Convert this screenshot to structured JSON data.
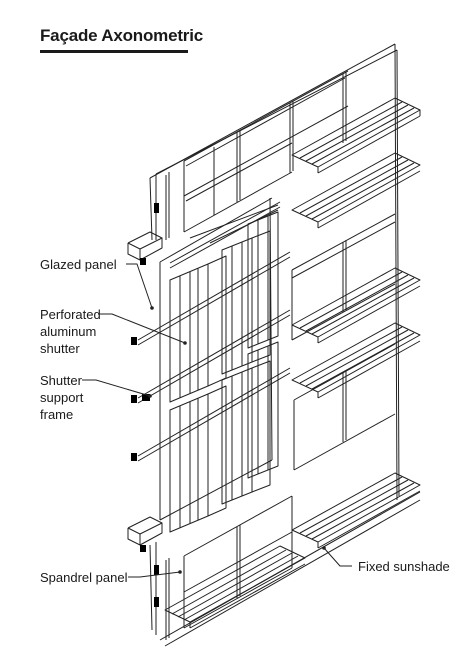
{
  "title": "Façade Axonometric",
  "labels": {
    "glazed_panel": "Glazed panel",
    "perforated_aluminum_shutter": [
      "Perforated",
      "aluminum",
      "shutter"
    ],
    "shutter_support_frame": [
      "Shutter",
      "support",
      "frame"
    ],
    "spandrel_panel": "Spandrel panel",
    "fixed_sunshade": "Fixed sunshade"
  }
}
